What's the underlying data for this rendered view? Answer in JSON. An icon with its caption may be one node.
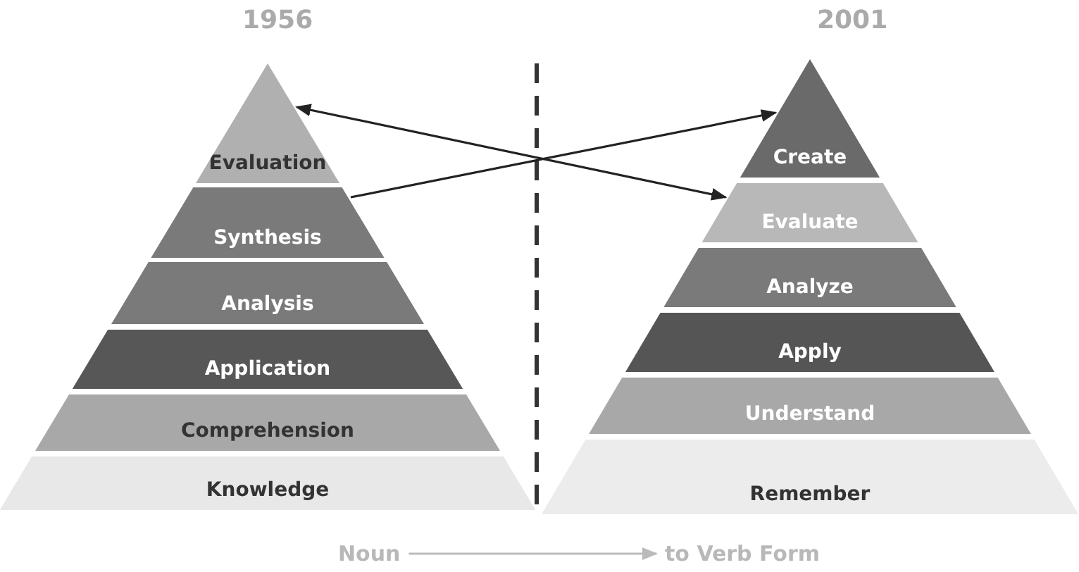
{
  "diagram": {
    "nodes": [
      {
        "text": [
          "Evaluation"
        ]
      },
      {
        "text": [
          "Synthesis"
        ]
      },
      {
        "text": [
          "Analysis"
        ]
      },
      {
        "text": [
          "Application"
        ]
      },
      {
        "text": [
          "Comprehension"
        ]
      },
      {
        "text": [
          "Knowledge"
        ]
      },
      {
        "text": [
          "Create"
        ]
      },
      {
        "text": [
          "Evaluate"
        ]
      },
      {
        "text": [
          "Analyze"
        ]
      },
      {
        "text": [
          "Apply"
        ]
      },
      {
        "text": [
          "Understand"
        ]
      },
      {
        "text": [
          "Remember"
        ]
      },
      {
        "text": [
          "Noun"
        ]
      },
      {
        "text": [
          "to Verb Form"
        ]
      }
    ],
    "edges": [
      {
        "from": 0,
        "to": 7,
        "arrow": "both"
      },
      {
        "from": 1,
        "to": 6,
        "arrow": "to"
      },
      {
        "from": 12,
        "to": 13,
        "arrow": "to",
        "color": "#bbbbbb"
      }
    ],
    "labels": [
      "1956",
      "2001"
    ]
  }
}
